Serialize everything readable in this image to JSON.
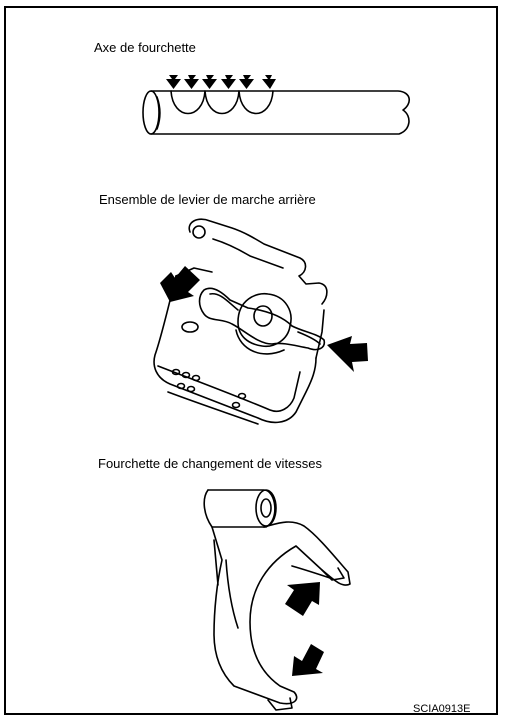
{
  "figures": [
    {
      "label": "Axe de fourchette"
    },
    {
      "label": "Ensemble de levier de marche arrière"
    },
    {
      "label": "Fourchette de changement de vitesses"
    }
  ],
  "figure_id": "SCIA0913E",
  "colors": {
    "line": "#000000",
    "background": "#ffffff"
  },
  "icons": [
    "inspection-arrow-icon"
  ]
}
